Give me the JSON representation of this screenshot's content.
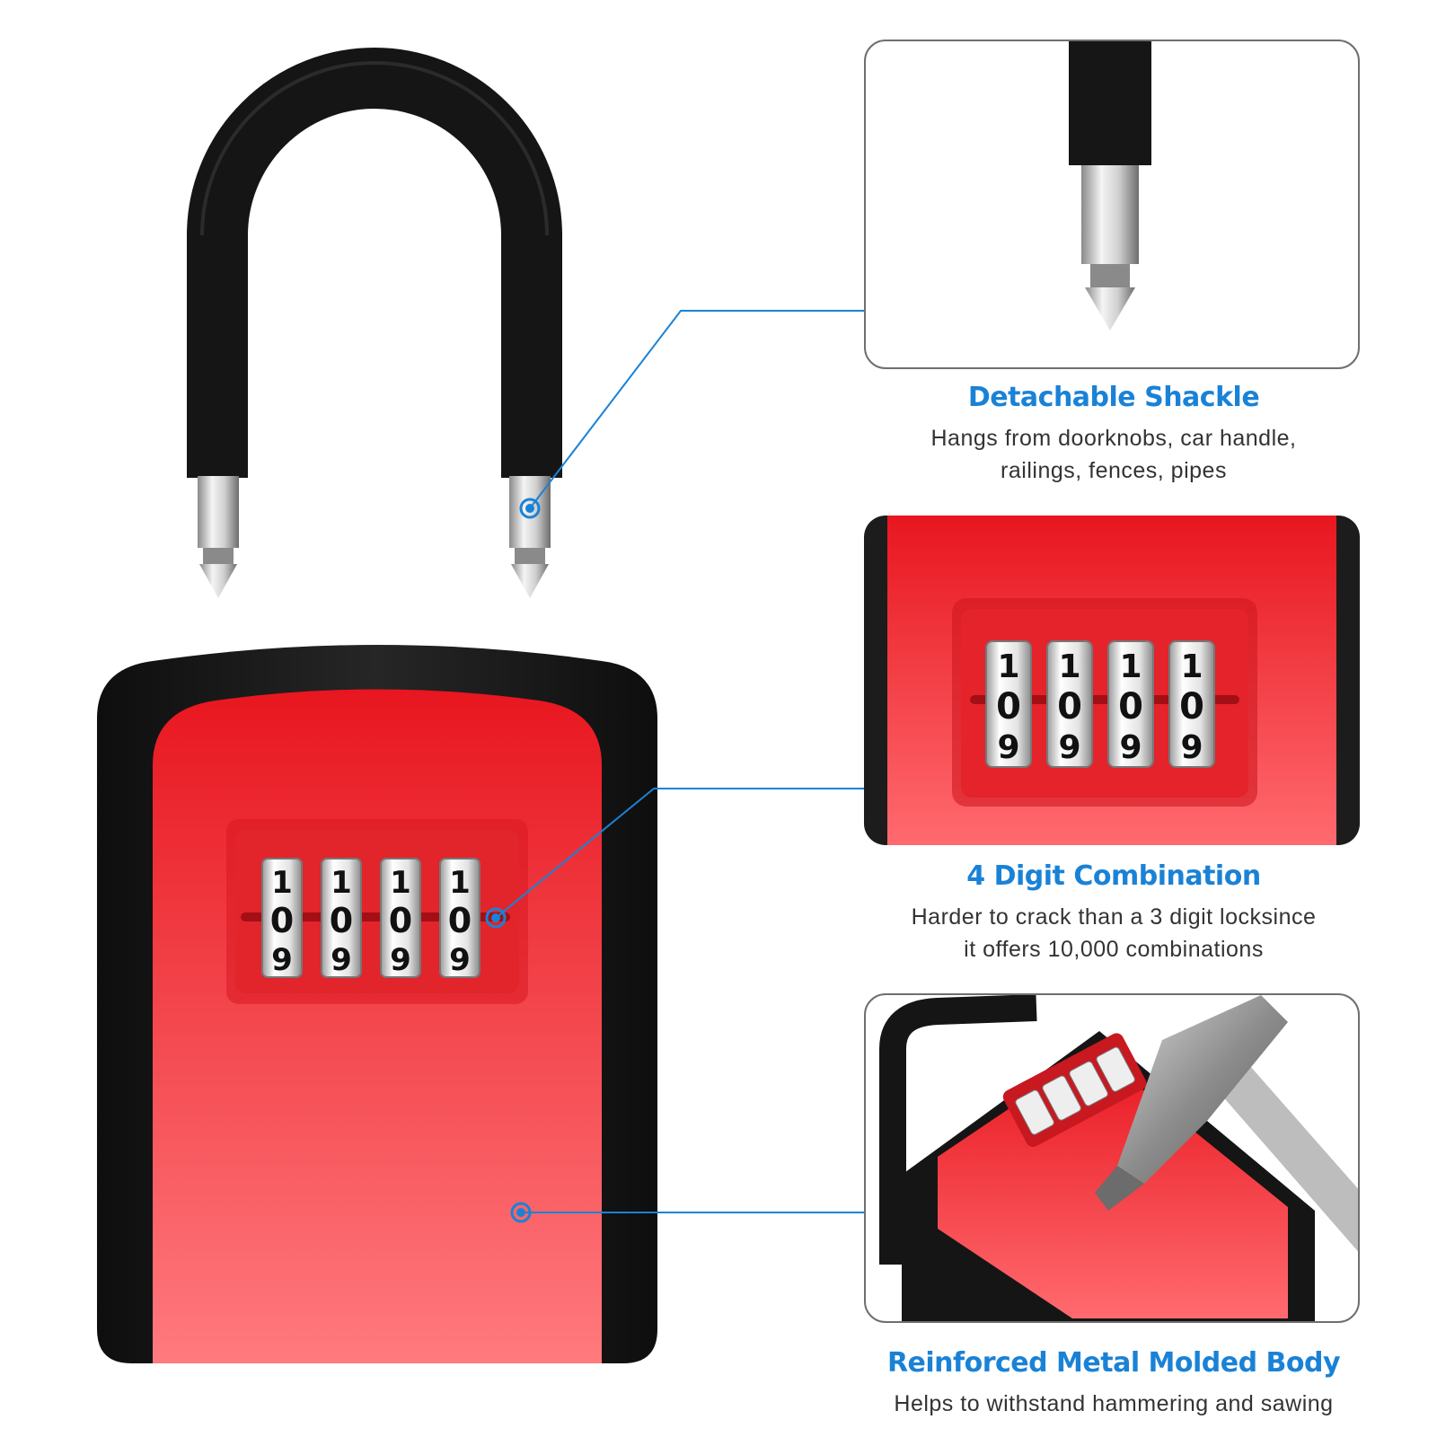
{
  "colors": {
    "accent": "#1a82d6",
    "body_red": "#f0464b",
    "shell_black": "#151515",
    "text": "#333333"
  },
  "features": [
    {
      "title": "Detachable Shackle",
      "lines": [
        "Hangs from doorknobs, car handle,",
        "railings, fences, pipes"
      ]
    },
    {
      "title": "4 Digit Combination",
      "lines": [
        "Harder to crack than a 3 digit locksince",
        "it offers 10,000 combinations"
      ]
    },
    {
      "title": "Reinforced Metal Molded Body",
      "lines": [
        "Helps to withstand hammering and sawing"
      ]
    }
  ],
  "dial": {
    "top_digit": "1",
    "middle_digit": "0",
    "bottom_digit": "9"
  },
  "icons": [
    "callout-marker-icon",
    "shackle-icon",
    "lockbox-icon",
    "hammer-icon"
  ]
}
